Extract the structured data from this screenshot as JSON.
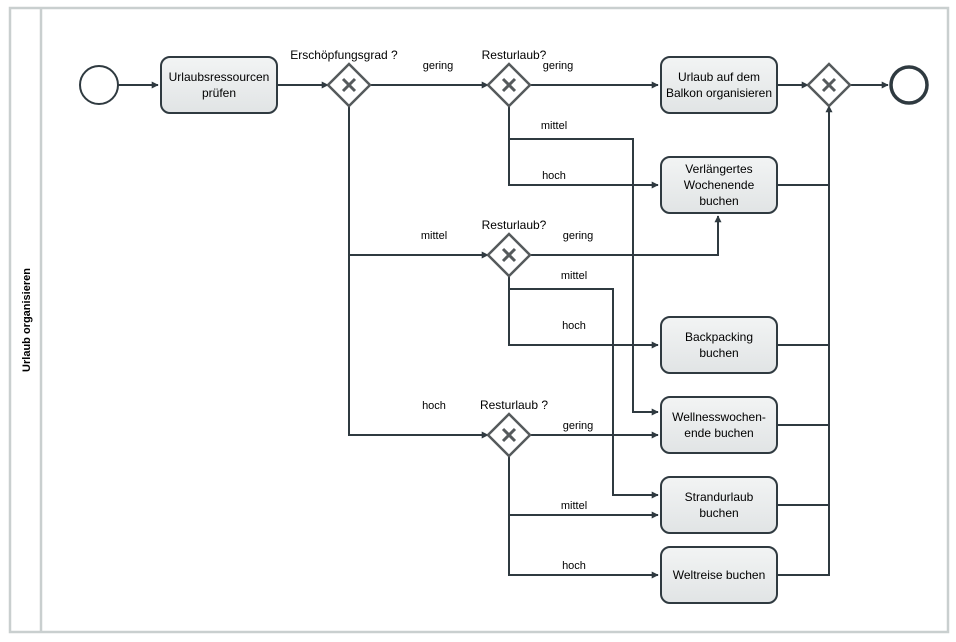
{
  "pool": {
    "label": "Urlaub organisieren"
  },
  "events": {
    "start": "start-event",
    "end": "end-event"
  },
  "gateways": {
    "g1": {
      "question": "Erschöpfungsgrad ?"
    },
    "g2": {
      "question": "Resturlaub?"
    },
    "g3": {
      "question": "Resturlaub?"
    },
    "g4": {
      "question": "Resturlaub ?"
    },
    "merge": {
      "question": ""
    }
  },
  "tasks": {
    "pruefen": {
      "lines": [
        "Urlaubsressourcen",
        "prüfen"
      ]
    },
    "balkon": {
      "lines": [
        "Urlaub auf dem",
        "Balkon organisieren"
      ]
    },
    "wochenende": {
      "lines": [
        "Verlängertes",
        "Wochenende",
        "buchen"
      ]
    },
    "backpacking": {
      "lines": [
        "Backpacking",
        "buchen"
      ]
    },
    "wellness": {
      "lines": [
        "Wellnesswochen-",
        "ende buchen"
      ]
    },
    "strand": {
      "lines": [
        "Strandurlaub",
        "buchen"
      ]
    },
    "weltreise": {
      "lines": [
        "Weltreise buchen"
      ]
    }
  },
  "flow_labels": {
    "g1_gering": "gering",
    "g1_mittel": "mittel",
    "g1_hoch": "hoch",
    "g2_gering": "gering",
    "g2_mittel": "mittel",
    "g2_hoch": "hoch",
    "g3_gering": "gering",
    "g3_mittel": "mittel",
    "g3_hoch": "hoch",
    "g4_gering": "gering",
    "g4_mittel": "mittel",
    "g4_hoch": "hoch"
  }
}
